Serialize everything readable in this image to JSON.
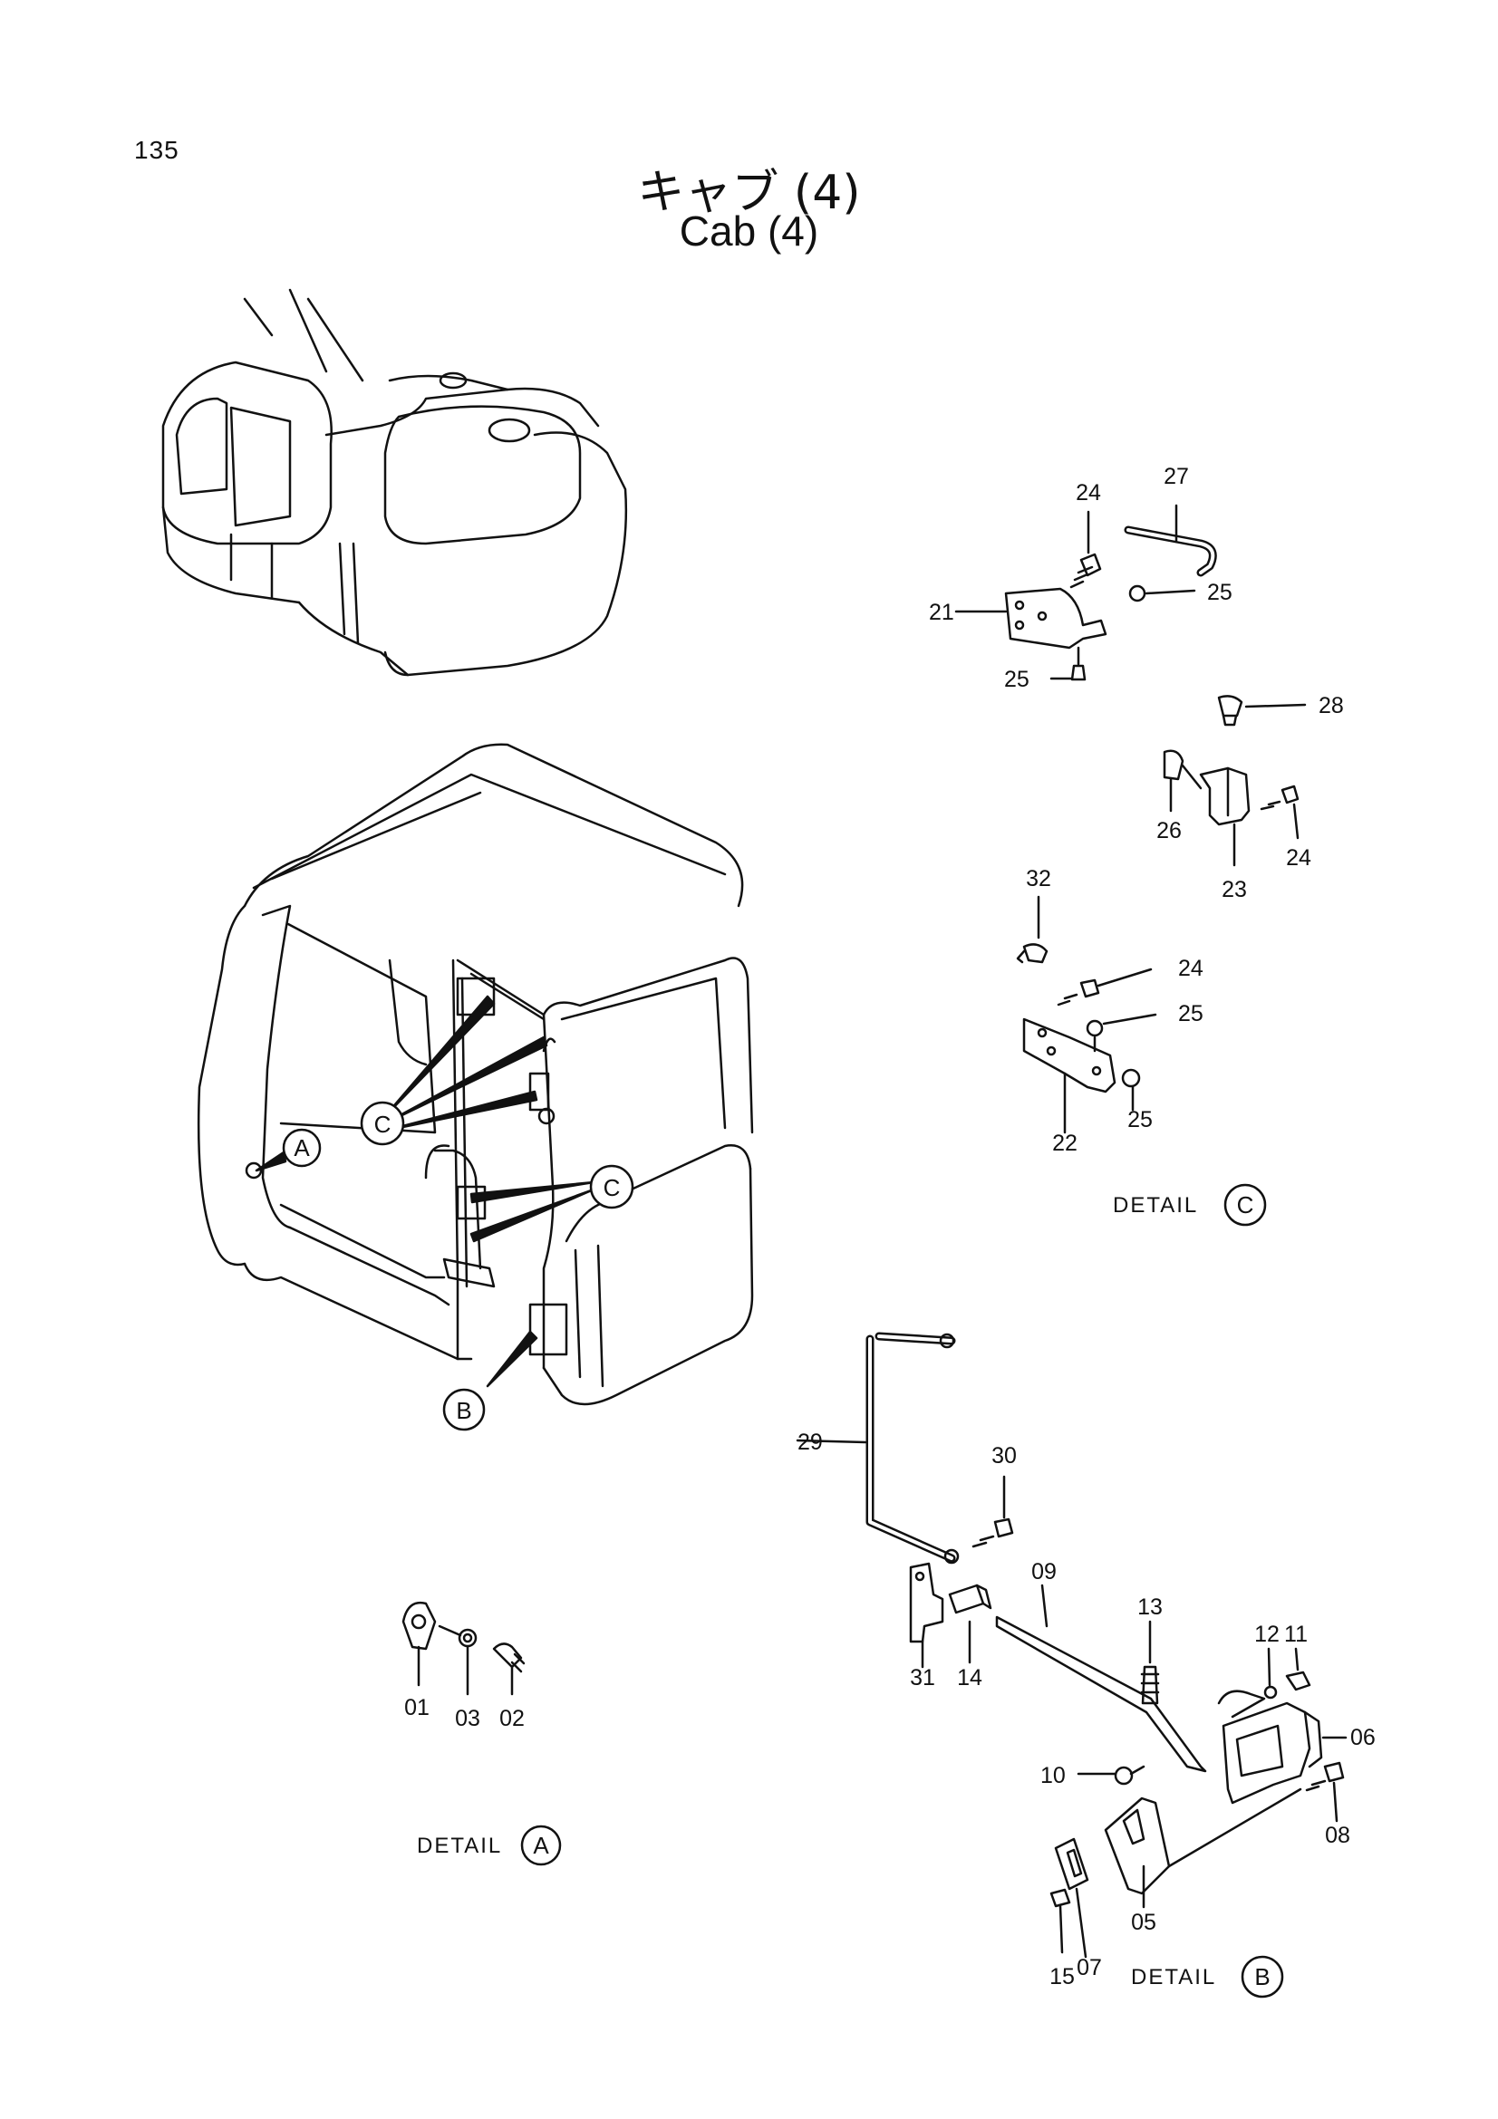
{
  "page": {
    "number": "135"
  },
  "title": {
    "ja": "キャブ (4)",
    "en": "Cab (4)"
  },
  "callouts": {
    "a": "A",
    "b": "B",
    "c": "C"
  },
  "details": {
    "a": {
      "label": "DETAIL",
      "id": "A"
    },
    "b": {
      "label": "DETAIL",
      "id": "B"
    },
    "c": {
      "label": "DETAIL",
      "id": "C"
    }
  },
  "parts": {
    "p01": "01",
    "p02": "02",
    "p03": "03",
    "p05": "05",
    "p06": "06",
    "p07": "07",
    "p08": "08",
    "p09": "09",
    "p10": "10",
    "p11": "11",
    "p12": "12",
    "p13": "13",
    "p14": "14",
    "p15": "15",
    "p21": "21",
    "p22": "22",
    "p23": "23",
    "p24a": "24",
    "p24b": "24",
    "p24c": "24",
    "p25a": "25",
    "p25b": "25",
    "p25c": "25",
    "p25d": "25",
    "p26": "26",
    "p27": "27",
    "p28": "28",
    "p29": "29",
    "p30": "30",
    "p31": "31",
    "p32": "32"
  }
}
